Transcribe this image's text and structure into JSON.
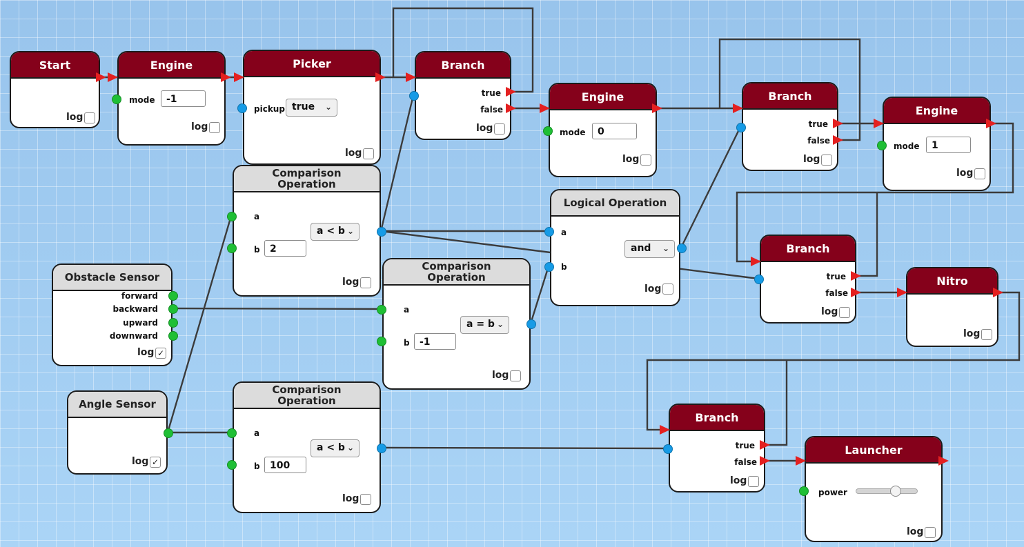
{
  "nodes": {
    "start": {
      "title": "Start",
      "log_label": "log",
      "log_checked": false
    },
    "engine1": {
      "title": "Engine",
      "mode_label": "mode",
      "mode_value": "-1",
      "log_label": "log",
      "log_checked": false
    },
    "picker": {
      "title": "Picker",
      "pickup_label": "pickup",
      "pickup_value": "true",
      "log_label": "log",
      "log_checked": false
    },
    "branch1": {
      "title": "Branch",
      "true_label": "true",
      "false_label": "false",
      "log_label": "log",
      "log_checked": false
    },
    "engine2": {
      "title": "Engine",
      "mode_label": "mode",
      "mode_value": "0",
      "log_label": "log",
      "log_checked": false
    },
    "branch2": {
      "title": "Branch",
      "true_label": "true",
      "false_label": "false",
      "log_label": "log",
      "log_checked": false
    },
    "engine3": {
      "title": "Engine",
      "mode_label": "mode",
      "mode_value": "1",
      "log_label": "log",
      "log_checked": false
    },
    "cmp1": {
      "title_line1": "Comparison",
      "title_line2": "Operation",
      "a_label": "a",
      "b_label": "b",
      "b_value": "2",
      "op_value": "a < b",
      "log_label": "log",
      "log_checked": false
    },
    "logical": {
      "title": "Logical Operation",
      "a_label": "a",
      "b_label": "b",
      "op_value": "and",
      "log_label": "log",
      "log_checked": false
    },
    "obstacle": {
      "title": "Obstacle Sensor",
      "out1": "forward",
      "out2": "backward",
      "out3": "upward",
      "out4": "downward",
      "log_label": "log",
      "log_checked": true
    },
    "cmp2": {
      "title_line1": "Comparison",
      "title_line2": "Operation",
      "a_label": "a",
      "b_label": "b",
      "b_value": "-1",
      "op_value": "a = b",
      "log_label": "log",
      "log_checked": false
    },
    "branch3": {
      "title": "Branch",
      "true_label": "true",
      "false_label": "false",
      "log_label": "log",
      "log_checked": false
    },
    "nitro": {
      "title": "Nitro",
      "log_label": "log",
      "log_checked": false
    },
    "angle": {
      "title": "Angle Sensor",
      "log_label": "log",
      "log_checked": true
    },
    "cmp3": {
      "title_line1": "Comparison",
      "title_line2": "Operation",
      "a_label": "a",
      "b_label": "b",
      "b_value": "100",
      "op_value": "a < b",
      "log_label": "log",
      "log_checked": false
    },
    "branch4": {
      "title": "Branch",
      "true_label": "true",
      "false_label": "false",
      "log_label": "log",
      "log_checked": false
    },
    "launcher": {
      "title": "Launcher",
      "power_label": "power",
      "power_fraction": 0.68,
      "log_label": "log",
      "log_checked": false
    }
  },
  "colors": {
    "header_dark": "#85011b",
    "header_light": "#dcdcdc",
    "flow_arrow": "#e42020",
    "data_port_number": "#1fbf35",
    "data_port_boolean": "#169be6",
    "wire": "#3b3b3b"
  }
}
